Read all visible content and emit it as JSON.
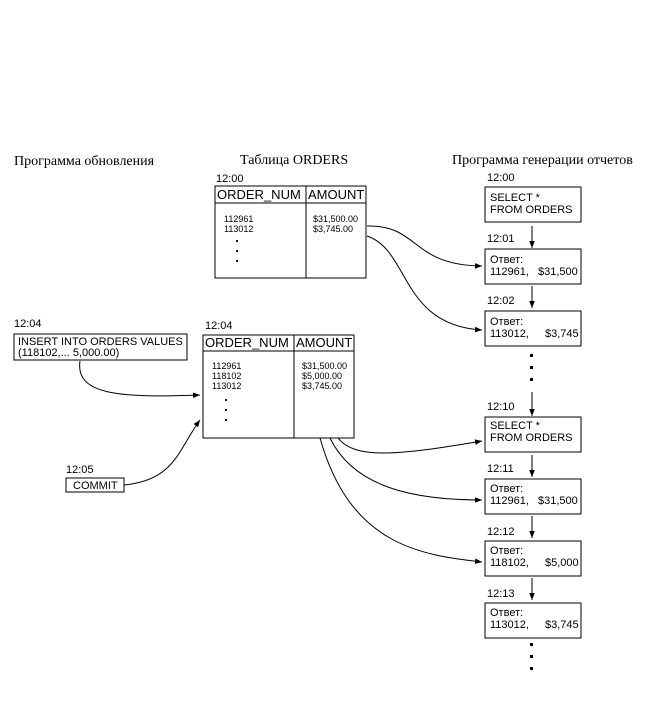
{
  "headings": {
    "update_program": "Программа обновления",
    "orders_table": "Таблица ORDERS",
    "report_program": "Программа генерации отчетов"
  },
  "table_1200": {
    "time": "12:00",
    "col1": "ORDER_NUM",
    "col2": "AMOUNT",
    "rows": [
      {
        "num": "112961",
        "amount": "$31,500.00"
      },
      {
        "num": "113012",
        "amount": "$3,745.00"
      }
    ]
  },
  "table_1204": {
    "time": "12:04",
    "col1": "ORDER_NUM",
    "col2": "AMOUNT",
    "rows": [
      {
        "num": "112961",
        "amount": "$31,500.00"
      },
      {
        "num": "118102",
        "amount": "$5,000.00"
      },
      {
        "num": "113012",
        "amount": "$3,745.00"
      }
    ]
  },
  "update": {
    "insert_time": "12:04",
    "insert_line1": "INSERT INTO ORDERS VALUES",
    "insert_line2": "(118102,... 5,000.00)",
    "commit_time": "12:05",
    "commit": "COMMIT"
  },
  "report": [
    {
      "time": "12:00",
      "line1": "SELECT *",
      "line2": "FROM ORDERS"
    },
    {
      "time": "12:01",
      "line1": "Ответ:",
      "line2a": "112961,",
      "line2b": "$31,500"
    },
    {
      "time": "12:02",
      "line1": "Ответ:",
      "line2a": "113012,",
      "line2b": "$3,745"
    },
    {
      "time": "12:10",
      "line1": "SELECT *",
      "line2": "FROM ORDERS"
    },
    {
      "time": "12:11",
      "line1": "Ответ:",
      "line2a": "112961,",
      "line2b": "$31,500"
    },
    {
      "time": "12:12",
      "line1": "Ответ:",
      "line2a": "118102,",
      "line2b": "$5,000"
    },
    {
      "time": "12:13",
      "line1": "Ответ:",
      "line2a": "113012,",
      "line2b": "$3,745"
    }
  ]
}
